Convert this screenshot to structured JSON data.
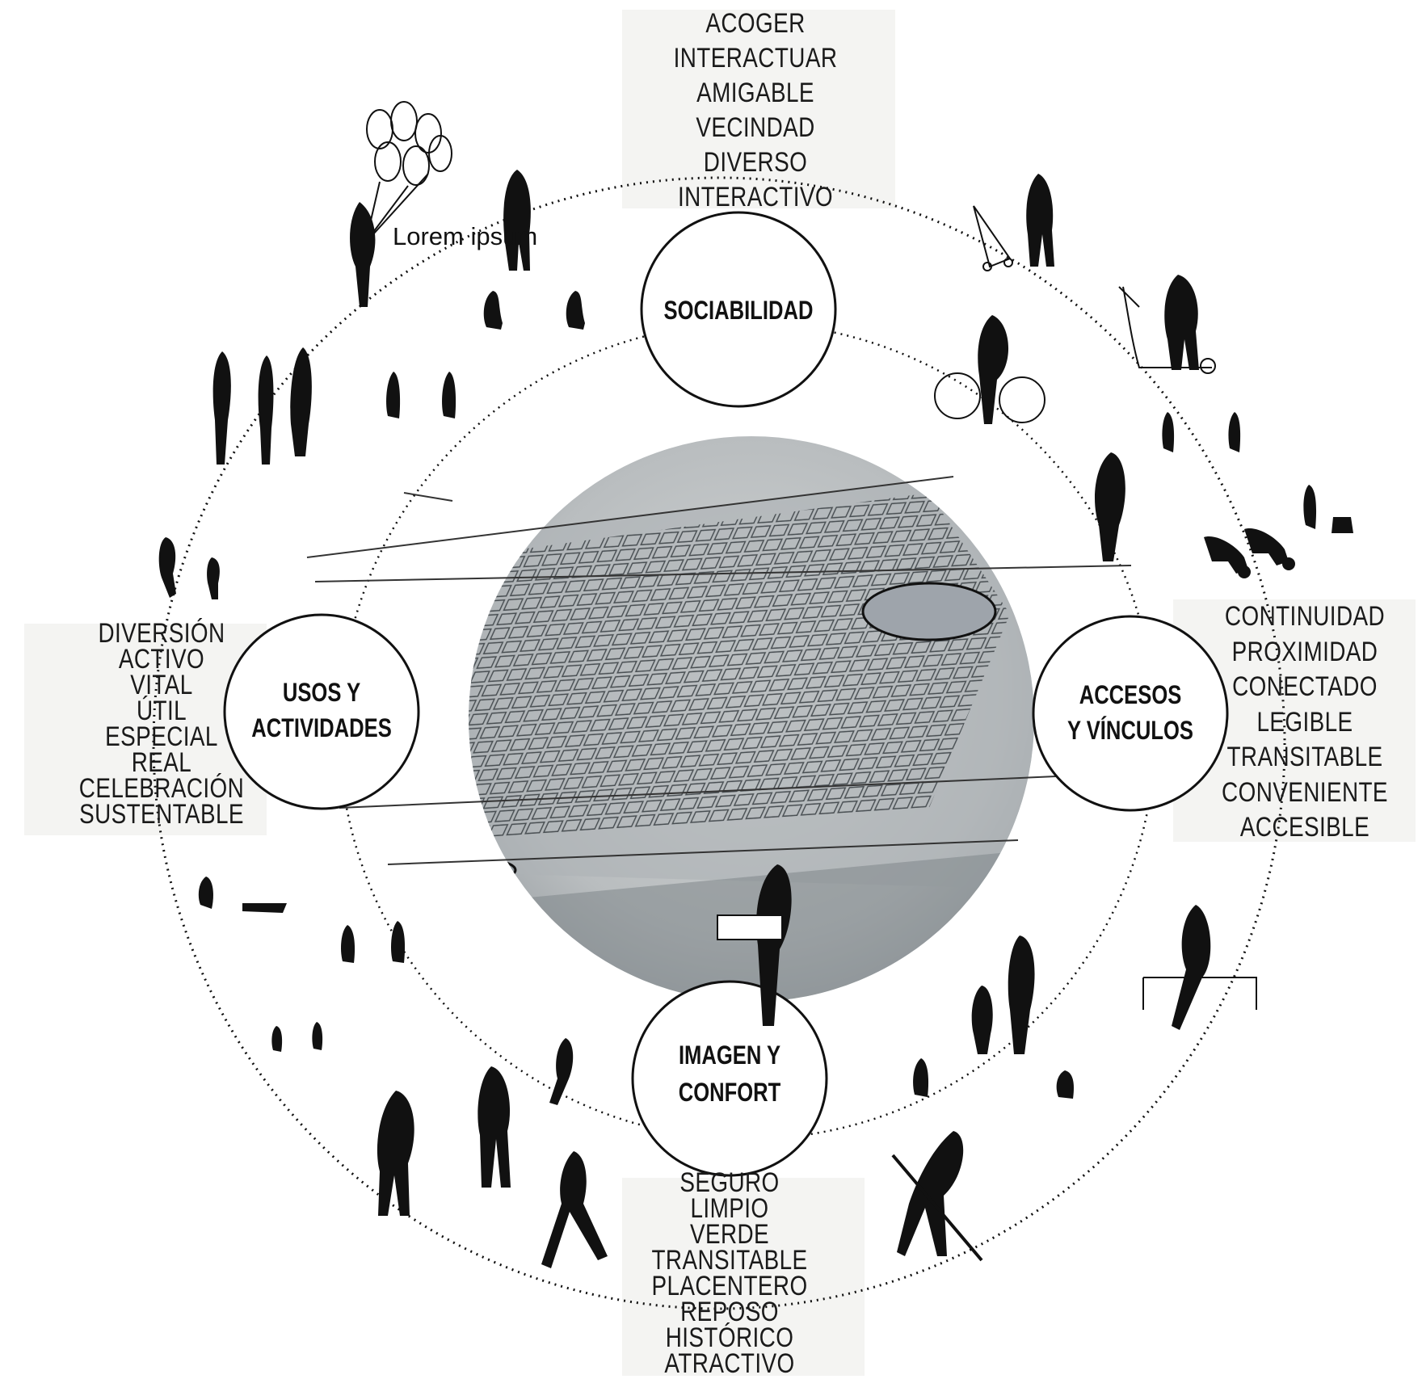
{
  "colors": {
    "ink": "#111111",
    "map_base": "#c8cccc",
    "map_dark": "#8c9196",
    "lake": "#9ea4ab",
    "band": "#f4f4f2"
  },
  "nodes": {
    "top": {
      "label": [
        "SOCIABILIDAD"
      ]
    },
    "left": {
      "label": [
        "USOS Y",
        "ACTIVIDADES"
      ]
    },
    "right": {
      "label": [
        "ACCESOS",
        "Y VÍNCULOS"
      ]
    },
    "bottom": {
      "label": [
        "IMAGEN Y",
        "CONFORT"
      ]
    }
  },
  "lists": {
    "top": [
      "ACOGER",
      "INTERACTUAR",
      "AMIGABLE",
      "VECINDAD",
      "DIVERSO",
      "INTERACTIVO"
    ],
    "left": [
      "DIVERSIÓN",
      "ACTIVO",
      "VITAL",
      "ÚTIL",
      "ESPECIAL",
      "REAL",
      "CELEBRACIÓN",
      "SUSTENTABLE"
    ],
    "right": [
      "CONTINUIDAD",
      "PROXIMIDAD",
      "CONECTADO",
      "LEGIBLE",
      "TRANSITABLE",
      "CONVENIENTE",
      "ACCESIBLE"
    ],
    "bottom": [
      "SEGURO",
      "LIMPIO",
      "VERDE",
      "TRANSITABLE",
      "PLACENTERO",
      "REPOSO",
      "HISTÓRICO",
      "ATRACTIVO"
    ]
  },
  "balloon_text": "Lorem ipsum",
  "icons": [
    "balloons-person-icon",
    "person-silhouette-icon",
    "cyclist-icon",
    "stroller-icon",
    "scooter-icon",
    "motorbike-icon",
    "dog-walker-icon",
    "bench-sitter-icon",
    "sweeper-icon",
    "running-child-icon"
  ]
}
